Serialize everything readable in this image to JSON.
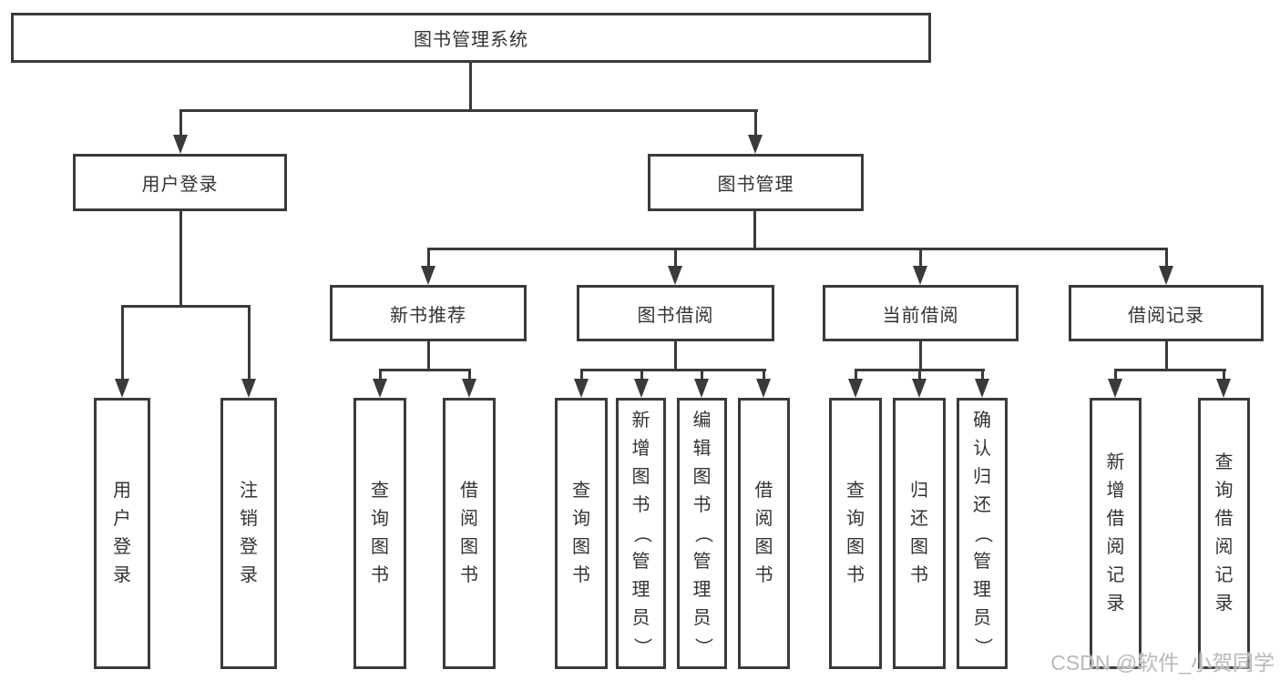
{
  "diagram": {
    "type": "hierarchy-tree",
    "root": {
      "label": "图书管理系统"
    },
    "user_login_branch": {
      "label": "用户登录",
      "children": {
        "login": "用户登录",
        "logout": "注销登录"
      }
    },
    "book_mgmt_branch": {
      "label": "图书管理",
      "groups": {
        "new_book": {
          "label": "新书推荐",
          "children": {
            "query": "查询图书",
            "borrow": "借阅图书"
          }
        },
        "borrowing": {
          "label": "图书借阅",
          "children": {
            "query": "查询图书",
            "add": "新增图书（管理员）",
            "edit": "编辑图书（管理员）",
            "borrow": "借阅图书"
          }
        },
        "current": {
          "label": "当前借阅",
          "children": {
            "query": "查询图书",
            "return": "归还图书",
            "confirm": "确认归还（管理员）"
          }
        },
        "records": {
          "label": "借阅记录",
          "children": {
            "add": "新增借阅记录",
            "query": "查询借阅记录"
          }
        }
      }
    }
  },
  "watermark": {
    "text": "CSDN @软件_小贺同学"
  },
  "colors": {
    "line": "#3a3a3a",
    "text": "#333333",
    "background": "#ffffff",
    "watermark": "#b9b9b9"
  }
}
